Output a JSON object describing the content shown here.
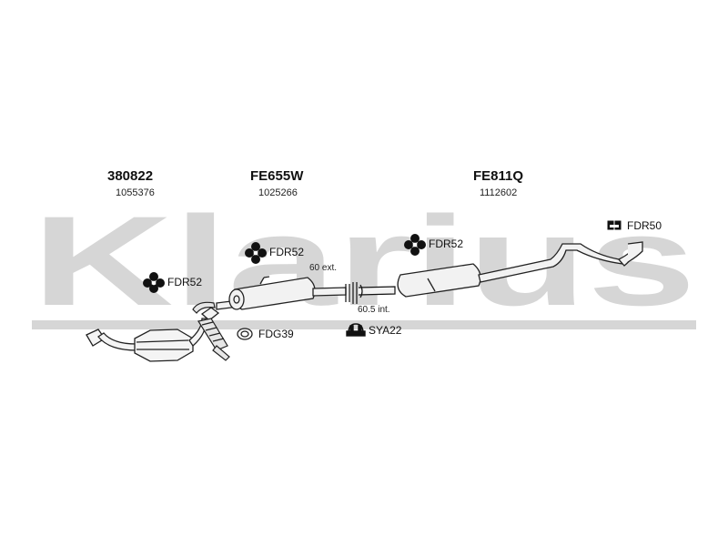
{
  "watermark": {
    "text": "Klarius"
  },
  "sections": [
    {
      "part_number": "380822",
      "reference": "1055376"
    },
    {
      "part_number": "FE655W",
      "reference": "1025266"
    },
    {
      "part_number": "FE811Q",
      "reference": "1112602"
    }
  ],
  "fittings": {
    "fdr52_front": "FDR52",
    "fdr52_mid": "FDR52",
    "fdr52_rear": "FDR52",
    "fdr50": "FDR50",
    "fdg39": "FDG39",
    "sya22": "SYA22"
  },
  "dimensions": {
    "external": "60 ext.",
    "internal": "60.5 int."
  },
  "colors": {
    "watermark": "#d6d6d6",
    "outline": "#222222",
    "part_fill": "#f2f2f2",
    "clamp": "#111111"
  }
}
